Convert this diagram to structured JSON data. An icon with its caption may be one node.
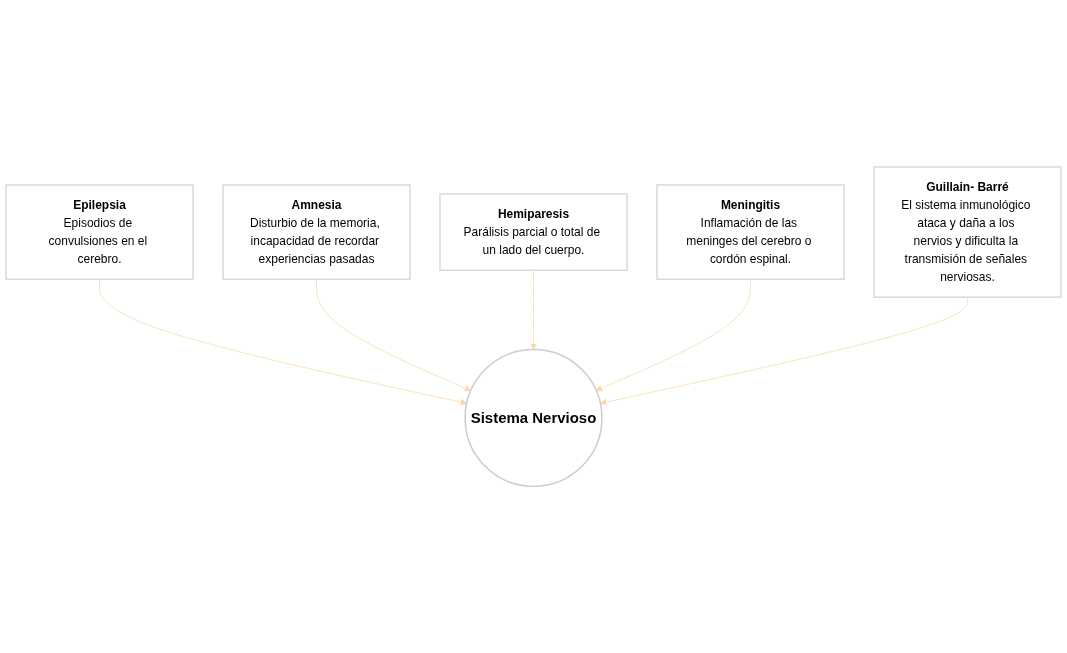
{
  "diagram": {
    "nodes": [
      {
        "text": [
          "Epilepsia",
          "Episodios de convulsiones en el cerebro."
        ]
      },
      {
        "text": [
          "Amnesia",
          "Disturbio de la memoria, incapacidad de recordar experiencias pasadas"
        ]
      },
      {
        "text": [
          "Hemiparesis",
          "Parálisis parcial o total de un lado del cuerpo."
        ]
      },
      {
        "text": [
          "Meningitis",
          "Inflamación de las meninges del cerebro o cordón espinal."
        ]
      },
      {
        "text": [
          "Sistema Nervioso"
        ]
      },
      {
        "text": [
          "Guillain- Barré",
          "El sistema inmunológico ataca y daña a los nervios y dificulta la transmisión de señales nerviosas."
        ]
      }
    ],
    "edges": [
      {
        "from": 0,
        "to": 4,
        "arrow": "to"
      },
      {
        "from": 1,
        "to": 4,
        "arrow": "to"
      },
      {
        "from": 2,
        "to": 4,
        "arrow": "to"
      },
      {
        "from": 3,
        "to": 4,
        "arrow": "to"
      },
      {
        "from": 5,
        "to": 4,
        "arrow": "to"
      }
    ]
  }
}
